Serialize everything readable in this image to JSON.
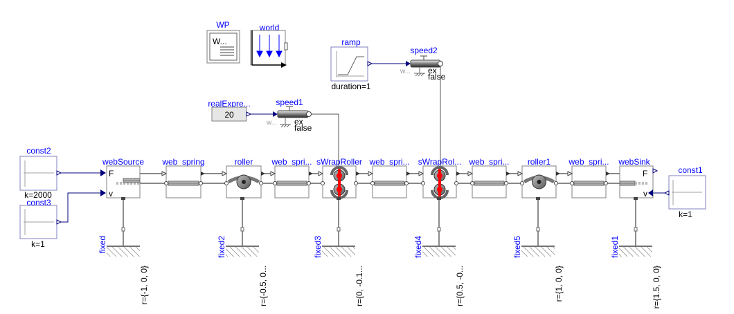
{
  "diagram": {
    "wp": {
      "name": "WP",
      "inner": "W..."
    },
    "world": {
      "name": "world"
    },
    "ramp": {
      "name": "ramp",
      "param": "duration=1"
    },
    "speed2": {
      "name": "speed2",
      "w_label": "w...",
      "ex_label": "ex",
      "false_label": "false"
    },
    "speed1": {
      "name": "speed1",
      "w_label": "w...",
      "ex_label": "ex",
      "false_label": "false"
    },
    "real_expression": {
      "name": "realExpre...",
      "value": "20"
    },
    "const2": {
      "name": "const2",
      "param": "k=2000"
    },
    "const3": {
      "name": "const3",
      "param": "k=1"
    },
    "const1": {
      "name": "const1",
      "param": "k=1"
    },
    "web_source": {
      "name": "webSource",
      "port_f": "F",
      "port_v": "v"
    },
    "web_sink": {
      "name": "webSink",
      "port_f": "F",
      "port_v": "v"
    },
    "chain": [
      {
        "name": "web_spring"
      },
      {
        "name": "roller"
      },
      {
        "name": "web_spri..."
      },
      {
        "name": "sWrapRoller"
      },
      {
        "name": "web_spri..."
      },
      {
        "name": "sWrapRol..."
      },
      {
        "name": "web_spri..."
      },
      {
        "name": "roller1"
      },
      {
        "name": "web_spri..."
      }
    ],
    "fixed": [
      {
        "name": "fixed",
        "r": "r={-1, 0, 0}"
      },
      {
        "name": "fixed2",
        "r": "r={-0.5, 0..."
      },
      {
        "name": "fixed3",
        "r": "r={0, -0.1..."
      },
      {
        "name": "fixed4",
        "r": "r={0.5, -0..."
      },
      {
        "name": "fixed5",
        "r": "r={1, 0, 0}"
      },
      {
        "name": "fixed1",
        "r": "r={1.5, 0, 0}"
      }
    ]
  }
}
